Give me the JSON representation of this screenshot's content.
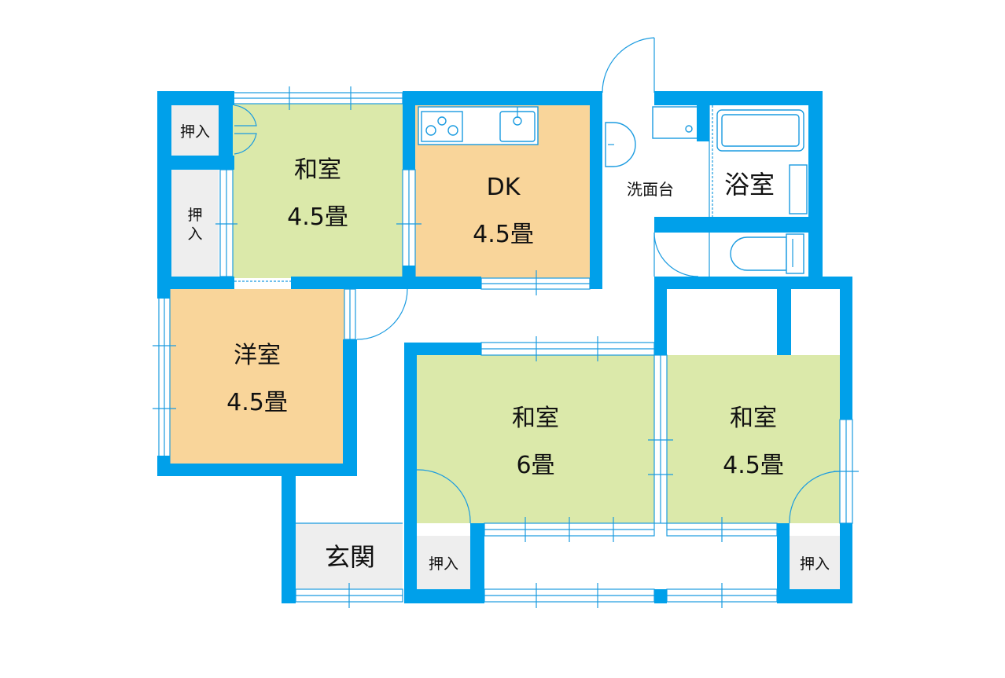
{
  "colors": {
    "wall": "#00a0ea",
    "tatami": "#dbe9aa",
    "flooring": "#f9d59a",
    "storage": "#eeeeee",
    "outline": "#1a9be0"
  },
  "rooms": {
    "washitsu_nw": {
      "name": "和室",
      "size": "4.5畳"
    },
    "dk": {
      "name": "DK",
      "size": "4.5畳"
    },
    "yoshitsu": {
      "name": "洋室",
      "size": "4.5畳"
    },
    "washitsu_6": {
      "name": "和室",
      "size": "6畳"
    },
    "washitsu_se": {
      "name": "和室",
      "size": "4.5畳"
    }
  },
  "labels": {
    "senmendai": "洗面台",
    "yokushitsu": "浴室",
    "genkan": "玄関",
    "oshiire_top": "押入",
    "oshiire_side_1": "押",
    "oshiire_side_2": "入",
    "oshiire_bottom_left": "押入",
    "oshiire_bottom_right": "押入"
  }
}
